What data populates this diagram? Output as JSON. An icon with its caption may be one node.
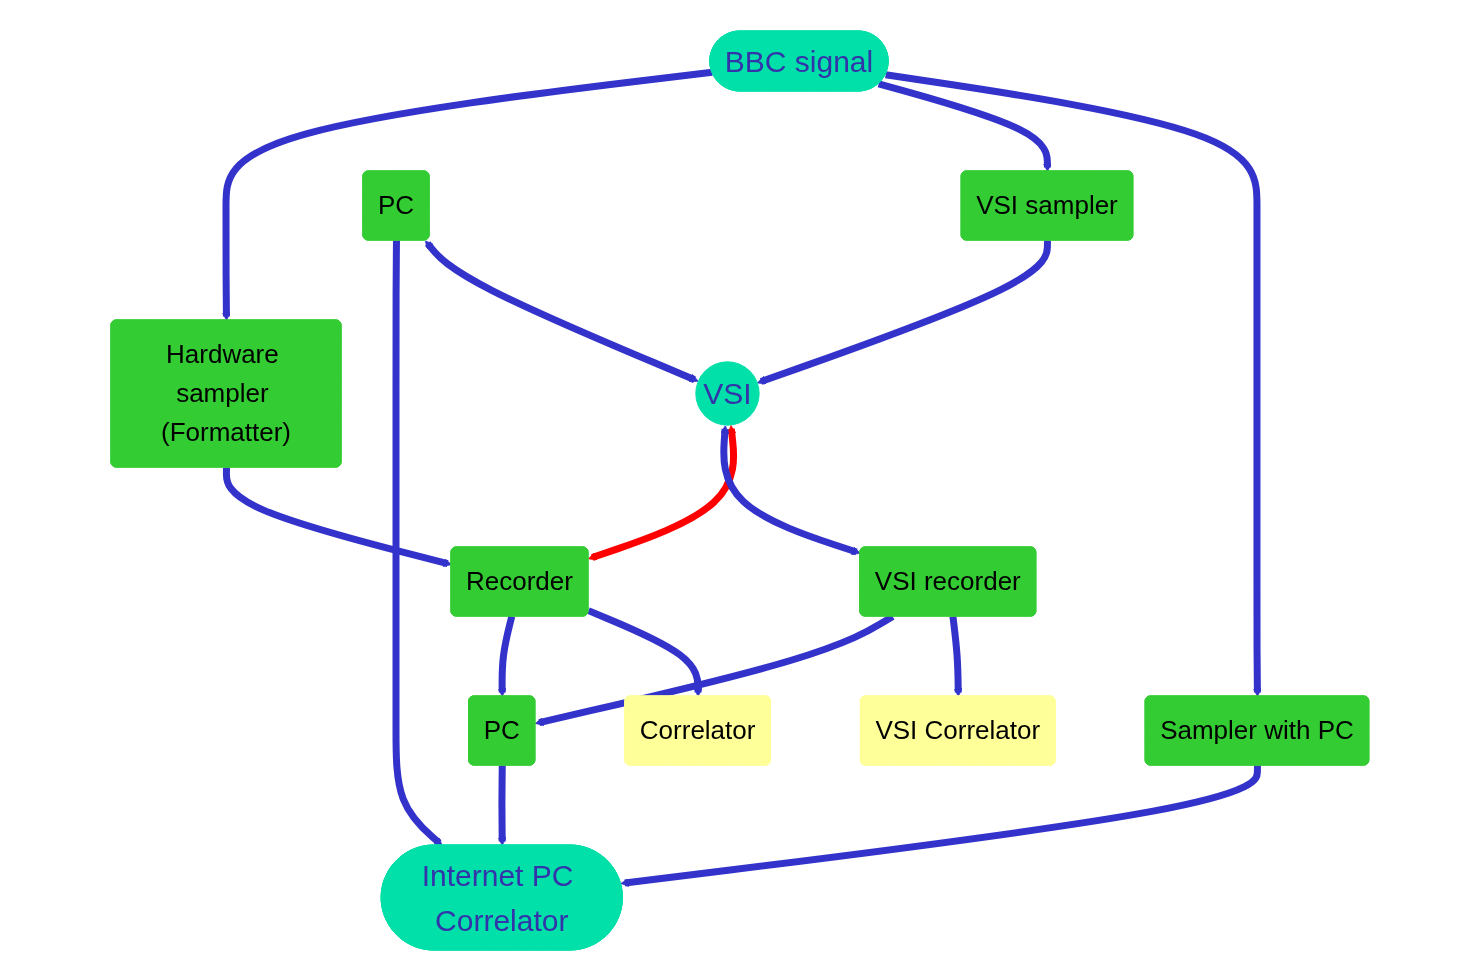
{
  "diagram": {
    "nodes": [
      {
        "text": [
          "BBC signal"
        ]
      },
      {
        "text": [
          "Sampler with PC"
        ]
      },
      {
        "text": [
          "VSI sampler"
        ]
      },
      {
        "text": [
          "Hardware sampler (Formatter)"
        ]
      },
      {
        "text": [
          "PC"
        ]
      },
      {
        "text": [
          "VSI"
        ]
      },
      {
        "text": [
          "Recorder"
        ]
      },
      {
        "text": [
          "Correlator"
        ]
      },
      {
        "text": [
          "VSI recorder"
        ]
      },
      {
        "text": [
          "VSI Correlator"
        ]
      },
      {
        "text": [
          "Internet PC Correlator"
        ]
      },
      {
        "text": [
          "PC"
        ]
      }
    ],
    "edges": [
      {
        "from": 0,
        "to": 1,
        "arrow": "to"
      },
      {
        "from": 0,
        "to": 2,
        "arrow": "to"
      },
      {
        "from": 0,
        "to": 3,
        "arrow": "to"
      },
      {
        "from": 1,
        "to": 10,
        "arrow": "to"
      },
      {
        "from": 2,
        "to": 5,
        "arrow": "to"
      },
      {
        "from": 3,
        "to": 6,
        "arrow": "to"
      },
      {
        "from": 4,
        "to": 5,
        "arrow": "both"
      },
      {
        "from": 5,
        "to": 6,
        "arrow": "both",
        "color": "#ff0000"
      },
      {
        "from": 6,
        "to": 7,
        "arrow": "to"
      },
      {
        "from": 4,
        "to": 10,
        "arrow": "to"
      },
      {
        "from": 5,
        "to": 8,
        "arrow": "both"
      },
      {
        "from": 8,
        "to": 9,
        "arrow": "to"
      },
      {
        "from": 6,
        "to": 11,
        "arrow": "to"
      },
      {
        "from": 8,
        "to": 11,
        "arrow": "to"
      },
      {
        "from": 11,
        "to": 10,
        "arrow": "to"
      }
    ]
  }
}
